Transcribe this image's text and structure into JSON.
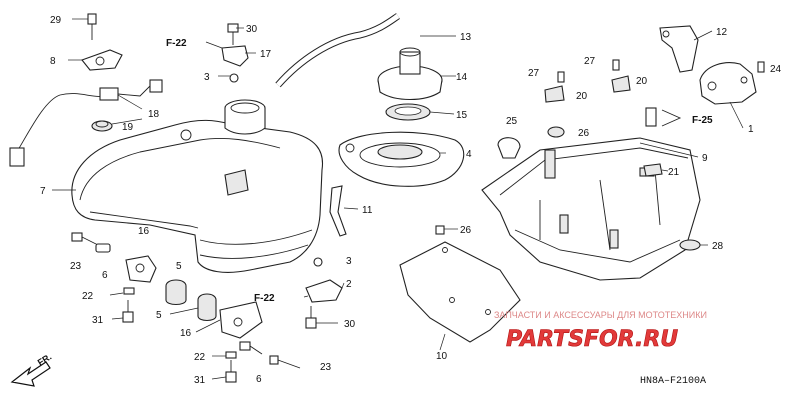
{
  "diagram": {
    "code": "HN8A–F2100A",
    "direction_label": "FR.",
    "callouts": [
      {
        "id": "c1",
        "text": "29"
      },
      {
        "id": "c2",
        "text": "8"
      },
      {
        "id": "c3",
        "text": "30"
      },
      {
        "id": "c4",
        "text": "F-22"
      },
      {
        "id": "c5",
        "text": "17"
      },
      {
        "id": "c6",
        "text": "3"
      },
      {
        "id": "c7",
        "text": "13"
      },
      {
        "id": "c8",
        "text": "14"
      },
      {
        "id": "c9",
        "text": "12"
      },
      {
        "id": "c10",
        "text": "27"
      },
      {
        "id": "c11",
        "text": "27"
      },
      {
        "id": "c12",
        "text": "20"
      },
      {
        "id": "c13",
        "text": "24"
      },
      {
        "id": "c14",
        "text": "18"
      },
      {
        "id": "c15",
        "text": "19"
      },
      {
        "id": "c16",
        "text": "15"
      },
      {
        "id": "c17",
        "text": "20"
      },
      {
        "id": "c18",
        "text": "F-25"
      },
      {
        "id": "c19",
        "text": "1"
      },
      {
        "id": "c20",
        "text": "25"
      },
      {
        "id": "c21",
        "text": "26"
      },
      {
        "id": "c22",
        "text": "4"
      },
      {
        "id": "c23",
        "text": "9"
      },
      {
        "id": "c24",
        "text": "21"
      },
      {
        "id": "c25",
        "text": "7"
      },
      {
        "id": "c26",
        "text": "11"
      },
      {
        "id": "c27",
        "text": "26"
      },
      {
        "id": "c28",
        "text": "16"
      },
      {
        "id": "c29",
        "text": "23"
      },
      {
        "id": "c30",
        "text": "6"
      },
      {
        "id": "c31",
        "text": "5"
      },
      {
        "id": "c32",
        "text": "3"
      },
      {
        "id": "c33",
        "text": "2"
      },
      {
        "id": "c34",
        "text": "28"
      },
      {
        "id": "c35",
        "text": "22"
      },
      {
        "id": "c36",
        "text": "F-22"
      },
      {
        "id": "c37",
        "text": "31"
      },
      {
        "id": "c38",
        "text": "5"
      },
      {
        "id": "c39",
        "text": "30"
      },
      {
        "id": "c40",
        "text": "16"
      },
      {
        "id": "c41",
        "text": "22"
      },
      {
        "id": "c42",
        "text": "6"
      },
      {
        "id": "c43",
        "text": "23"
      },
      {
        "id": "c44",
        "text": "31"
      },
      {
        "id": "c45",
        "text": "10"
      }
    ]
  },
  "watermark": {
    "tagline": "ЗАПЧАСТИ И АКСЕССУАРЫ ДЛЯ МОТОТЕХНИКИ",
    "logo": "PARTSFOR.RU"
  }
}
